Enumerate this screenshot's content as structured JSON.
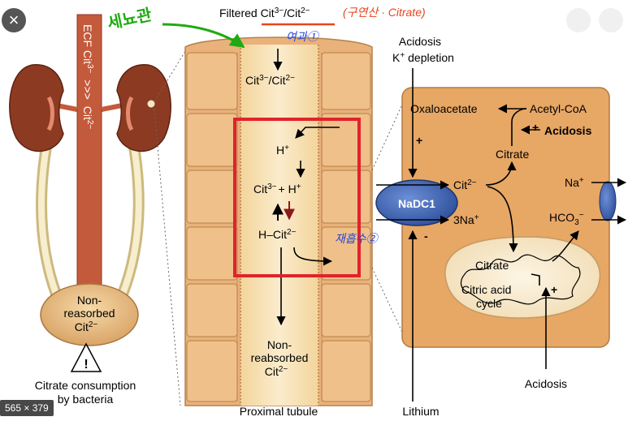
{
  "overlay": {
    "close_glyph": "×",
    "dimensions": "565 × 379"
  },
  "diagram": {
    "top": {
      "filtered": "Filtered Cit",
      "filtered_sup1": "3−",
      "filtered_mid": "/Cit",
      "filtered_sup2": "2−",
      "korean_note": "(구연산 · Citrate)"
    },
    "annotations": {
      "cell_label": "세뇨관",
      "filtration": "여과①",
      "reabsorption": "재흡수②"
    },
    "left": {
      "ecf_label": "ECF Cit",
      "ecf_sup1": "3−",
      "ecf_arrows": ">>>",
      "ecf_cit2": "Cit",
      "ecf_sup2": "2−",
      "bladder_line1": "Non-",
      "bladder_line2": "reasorbed",
      "bladder_line3": "Cit",
      "bladder_sup": "2−",
      "warning": "!",
      "consumption_line1": "Citrate consumption",
      "consumption_line2": "by bacteria"
    },
    "tubule": {
      "cit_lumen": "Cit",
      "cit_lumen_sup1": "3−",
      "cit_lumen_mid": "/Cit",
      "cit_lumen_sup2": "2−",
      "h_plus": "H",
      "h_plus_sup": "+",
      "cit3_h": "Cit",
      "cit3_h_sup": "3−",
      "cit3_h_plus": "+ H",
      "cit3_h_plus_sup": "+",
      "h_cit": "H–Cit",
      "h_cit_sup": "2−",
      "non_line1": "Non-",
      "non_line2": "reabsorbed",
      "non_line3": "Cit",
      "non_sup": "2−",
      "bottom_label": "Proximal tubule"
    },
    "cell": {
      "acidosis_top1": "Acidosis",
      "acidosis_top2": "K",
      "acidosis_top2_sup": "+",
      "acidosis_top3": " depletion",
      "oxaloacetate": "Oxaloacetate",
      "acetyl_coa": "Acetyl-CoA",
      "acidosis_bold": "Acidosis",
      "plus": "+",
      "minus": "-",
      "citrate_upper": "Citrate",
      "cit2_minus": "Cit",
      "cit2_minus_sup": "2−",
      "nadc1": "NaDC1",
      "three_na": "3Na",
      "three_na_sup": "+",
      "na_plus": "Na",
      "na_plus_sup": "+",
      "hco3": "HCO",
      "hco3_sub": "3",
      "hco3_sup": "−",
      "mito_citrate": "Citrate",
      "cycle_line1": "Citric acid",
      "cycle_line2": "cycle",
      "acidosis_bottom": "Acidosis",
      "lithium": "Lithium"
    }
  },
  "colors": {
    "kidney": "#8c3b22",
    "ureter": "#efe3b8",
    "tubule_tan": "#e9b27a",
    "tubule_light": "#f6d8a6",
    "cell_fill": "#e7a765",
    "mito_fill": "#faecd3",
    "nadc1_fill": "#3f66b4",
    "red_box": "#e0232a",
    "green_ink": "#1faa12",
    "blue_ink": "#2246d6",
    "orange_ink": "#e6451c"
  }
}
